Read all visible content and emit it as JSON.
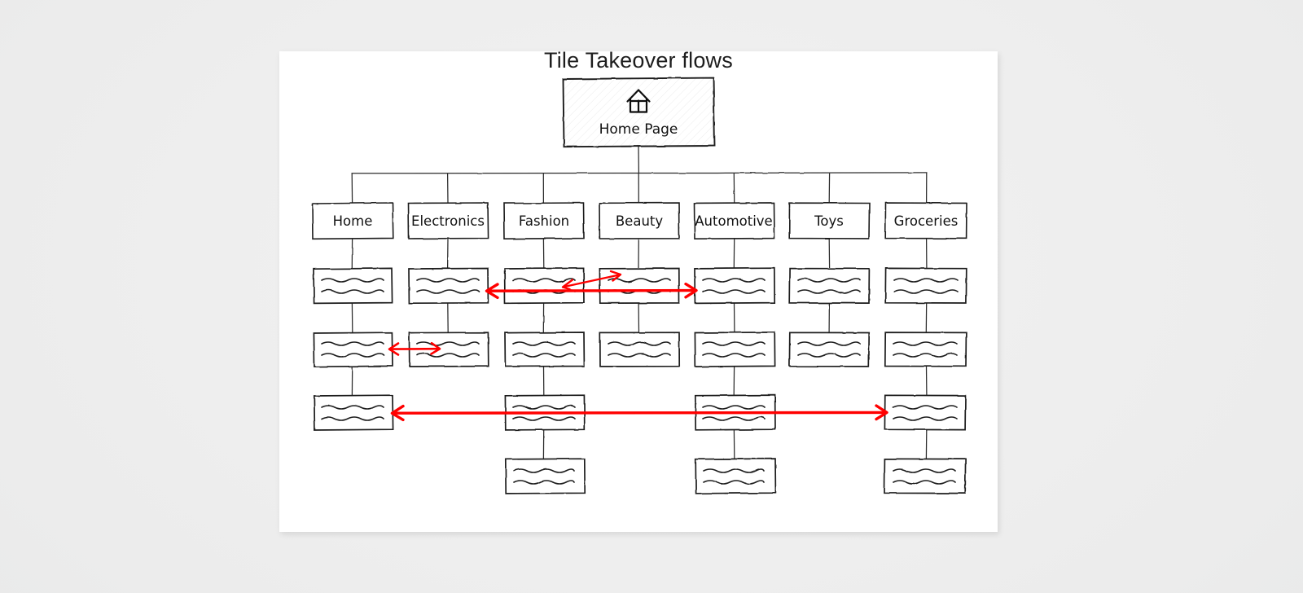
{
  "canvas": {
    "background_color": "#ffffff",
    "page_background_color": "#ececec"
  },
  "diagram": {
    "title": "Tile Takeover flows",
    "style": "hand-drawn-sketch",
    "type": "sitemap-tree",
    "stroke_color": "#141414",
    "arrow_color": "#ff0000",
    "root": {
      "label": "Home Page",
      "icon": "house-icon",
      "hatched": true
    },
    "categories": [
      {
        "id": "home",
        "label": "Home",
        "levels": 3
      },
      {
        "id": "electronics",
        "label": "Electronics",
        "levels": 2
      },
      {
        "id": "fashion",
        "label": "Fashion",
        "levels": 4
      },
      {
        "id": "beauty",
        "label": "Beauty",
        "levels": 2
      },
      {
        "id": "automotive",
        "label": "Automotive",
        "levels": 4
      },
      {
        "id": "toys",
        "label": "Toys",
        "levels": 2
      },
      {
        "id": "groceries",
        "label": "Groceries",
        "levels": 4
      }
    ],
    "placeholder_node": {
      "content": "squiggly-lines",
      "line_count": 2
    },
    "flow_arrows": [
      {
        "id": "flow-row1-electronics-automotive",
        "row": 1,
        "from": "electronics",
        "to": "automotive",
        "direction": "both",
        "color": "#ff0000",
        "width": "thick"
      },
      {
        "id": "flow-row1-fashion-beauty",
        "row": 1,
        "from": "fashion",
        "to": "beauty",
        "direction": "both",
        "color": "#ff0000",
        "width": "thin"
      },
      {
        "id": "flow-row2-home-electronics",
        "row": 2,
        "from": "home",
        "to": "electronics",
        "direction": "both",
        "color": "#ff0000",
        "width": "thin"
      },
      {
        "id": "flow-row3-home-groceries",
        "row": 3,
        "from": "home",
        "to": "groceries",
        "direction": "both",
        "color": "#ff0000",
        "width": "thick"
      }
    ]
  }
}
